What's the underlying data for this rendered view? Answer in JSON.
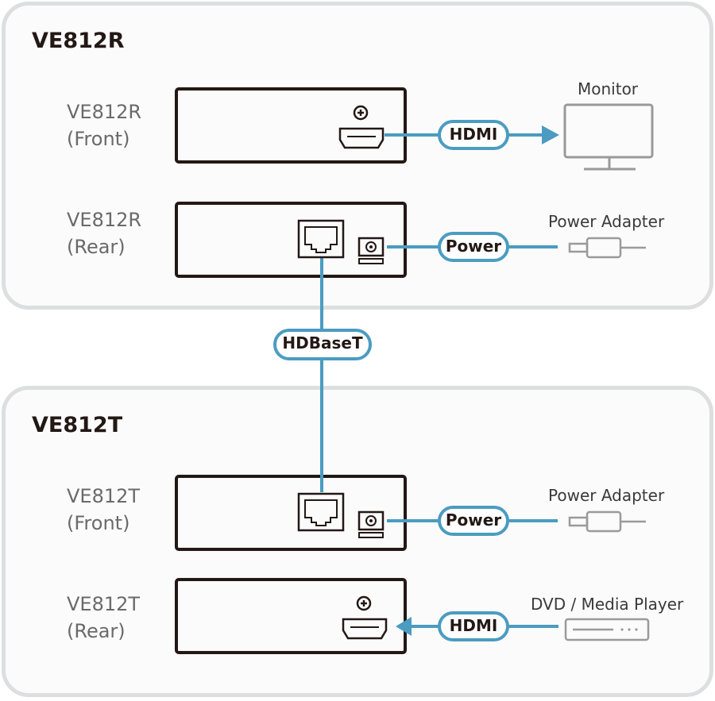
{
  "colors": {
    "cable": "#4b9cc0",
    "device_border": "#231815",
    "panel_border": "#dcdedf",
    "peripheral": "#9a9a9a"
  },
  "receiver_panel": {
    "title": "VE812R",
    "front": {
      "label_line1": "VE812R",
      "label_line2": "(Front)",
      "port_icons": [
        "screw-icon",
        "hdmi-port-icon"
      ]
    },
    "rear": {
      "label_line1": "VE812R",
      "label_line2": "(Rear)",
      "port_icons": [
        "rj45-port-icon",
        "dc-power-jack-icon"
      ]
    },
    "hdmi_connection": {
      "label": "HDMI",
      "direction": "out",
      "target": "Monitor"
    },
    "power_connection": {
      "label": "Power",
      "target": "Power Adapter"
    }
  },
  "link": {
    "label": "HDBaseT"
  },
  "transmitter_panel": {
    "title": "VE812T",
    "front": {
      "label_line1": "VE812T",
      "label_line2": "(Front)",
      "port_icons": [
        "rj45-port-icon",
        "dc-power-jack-icon"
      ]
    },
    "rear": {
      "label_line1": "VE812T",
      "label_line2": "(Rear)",
      "port_icons": [
        "screw-icon",
        "hdmi-port-icon"
      ]
    },
    "power_connection": {
      "label": "Power",
      "target": "Power Adapter"
    },
    "hdmi_connection": {
      "label": "HDMI",
      "direction": "in",
      "source": "DVD / Media Player"
    }
  }
}
